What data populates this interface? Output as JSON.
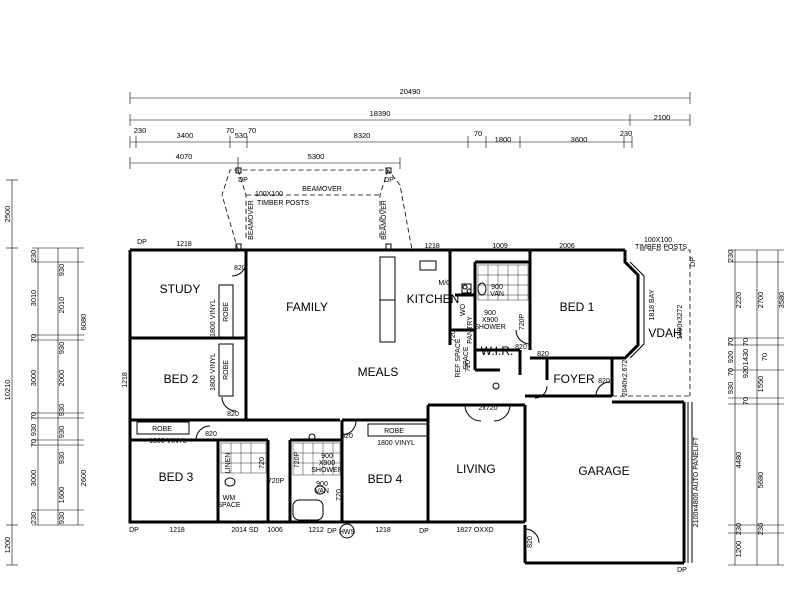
{
  "rooms": {
    "study": "STUDY",
    "family": "FAMILY",
    "kitchen": "KITCHEN",
    "bed1": "BED 1",
    "bed2": "BED 2",
    "meals": "MEALS",
    "wir": "W.I.R.",
    "foyer": "FOYER",
    "vdah": "VDAH",
    "bed3": "BED 3",
    "bed4": "BED 4",
    "living": "LIVING",
    "garage": "GARAGE"
  },
  "labels": {
    "beamover_top": "BEAMOVER",
    "beamover_left": "BEAMOVER",
    "beamover_right": "BEAMOVER",
    "timber_posts_left": "100X100",
    "timber_posts_left2": "TIMBER POSTS",
    "timber_posts_right": "100X100",
    "timber_posts_right2": "TIMBER POSTS",
    "dp_tl": "DP",
    "dp_porch_l": "DP",
    "dp_porch_r": "DP",
    "dp_bl": "DP",
    "dp_bm1": "DP",
    "dp_bm2": "DP",
    "dp_br": "DP",
    "dp_r": "DP",
    "robe_study": "ROBE",
    "vinyl_study": "1800 VINYL",
    "robe_bed2": "ROBE",
    "vinyl_bed2": "1800 VINYL",
    "robe_bed3": "ROBE",
    "vinyl_bed3": "1800 VINYL",
    "robe_bed4": "ROBE",
    "vinyl_bed4": "1800 VINYL",
    "wo": "WO",
    "pantry": "PANTRY",
    "ref_space": "REF SPACE",
    "space": "SPACE",
    "mo": "M/O",
    "van900": "900",
    "van900b": "VAN",
    "shower1": "900",
    "shower1b": "X900",
    "shower1c": "SHOWER",
    "linen": "LINEN",
    "wm": "WM",
    "wm_space": "SPACE",
    "shower2": "900",
    "shower2b": "X900",
    "shower2c": "SHOWER",
    "van2": "900",
    "van2b": "VAN",
    "hws": "HWS",
    "door_820_1": "820",
    "door_820_2": "820",
    "door_820_3": "820",
    "door_820_4": "820",
    "door_820_5": "820",
    "door_820_6": "820",
    "door_820_7": "820",
    "door_820_8": "820",
    "door_820_9": "820",
    "door_820_10": "820",
    "door_720_1": "720",
    "door_720_2": "720",
    "door_720_3": "720P",
    "door_720_4": "720P",
    "door_720_5": "720",
    "door_720_6": "720P",
    "door_720_7": "720",
    "double_door": "2x720",
    "bay": "1818 BAY",
    "panelift": "2100x4800 AUTO PANELIFT",
    "vdah_dim": "1090x3272",
    "foyer_dim": "2040x2.672"
  },
  "dimensions": {
    "top_overall": "20490",
    "top_house": "18390",
    "top_garage_ext": "2100",
    "seg": [
      "230",
      "3400",
      "70",
      "530",
      "70",
      "8320",
      "70",
      "1800",
      "3600",
      "230"
    ],
    "porch_left": "4070",
    "porch_span": "5300",
    "window_top": [
      "1218",
      "1218",
      "1009",
      "2006"
    ],
    "window_bottom": [
      "1218",
      "2014 SD",
      "1006",
      "1212",
      "1218",
      "1827 OXXD"
    ],
    "window_left": "1218",
    "left_outer": [
      "2500",
      "10210",
      "1200"
    ],
    "left_mid": [
      "6080",
      "2600"
    ],
    "left_inner": [
      "230",
      "3010",
      "70",
      "3000",
      "70",
      "930",
      "70",
      "3000",
      "230"
    ],
    "left_inner2": [
      "930",
      "2010",
      "930",
      "2000",
      "930",
      "930",
      "1600",
      "930",
      "930"
    ],
    "right_outer": [
      "230",
      "2220",
      "70",
      "920",
      "70",
      "930",
      "4480",
      "230",
      "1200"
    ],
    "right_mid": [
      "2700",
      "1430",
      "1550",
      "5680"
    ],
    "right_far": [
      "3580",
      "70",
      "70"
    ],
    "right_top": [
      "230",
      "920",
      "70"
    ]
  }
}
